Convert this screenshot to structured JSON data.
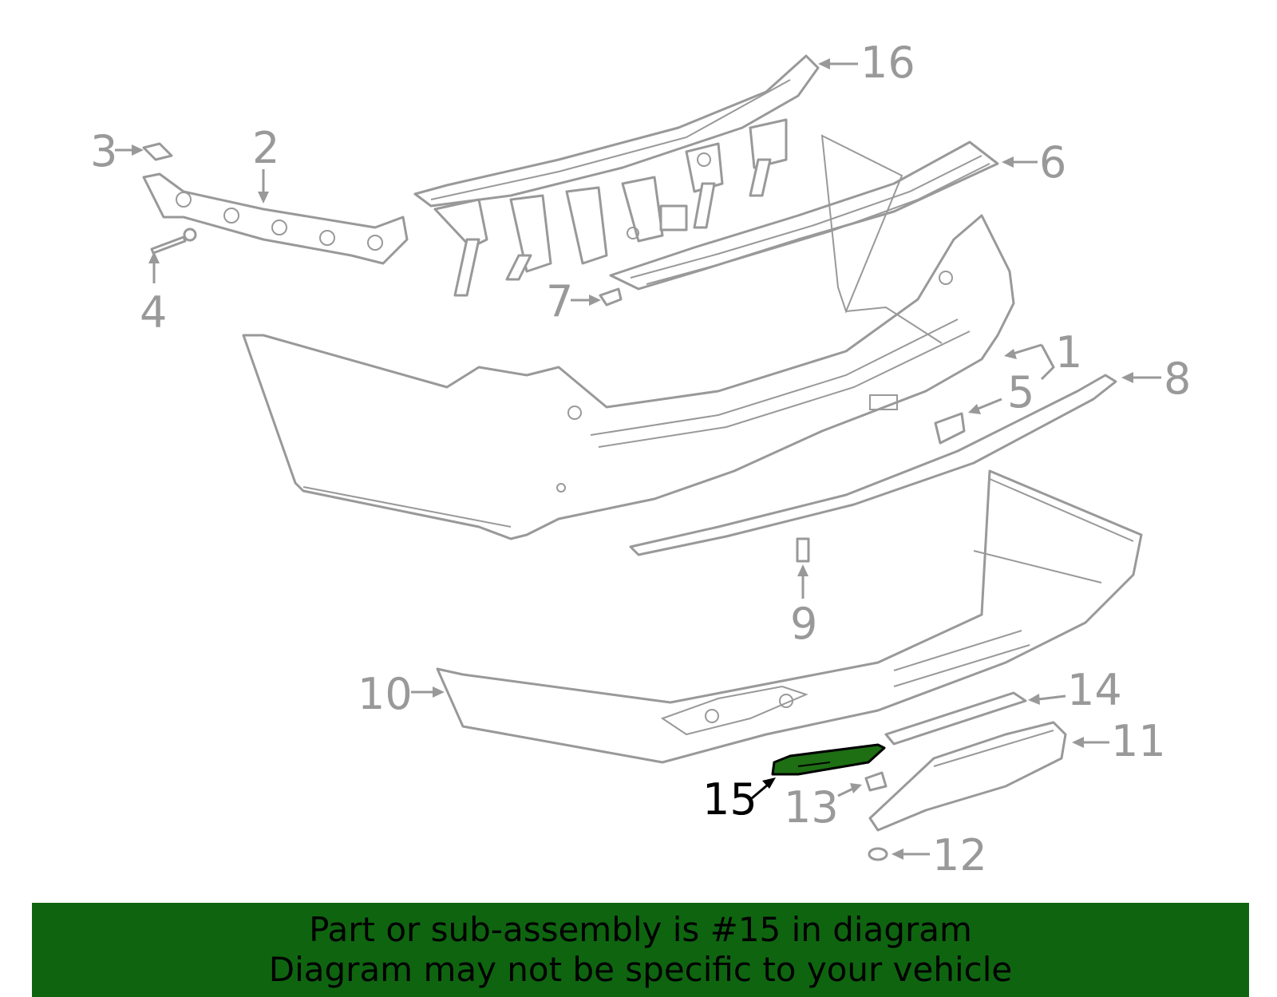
{
  "callouts": [
    {
      "id": "1",
      "label": "1"
    },
    {
      "id": "2",
      "label": "2"
    },
    {
      "id": "3",
      "label": "3"
    },
    {
      "id": "4",
      "label": "4"
    },
    {
      "id": "5",
      "label": "5"
    },
    {
      "id": "6",
      "label": "6"
    },
    {
      "id": "7",
      "label": "7"
    },
    {
      "id": "8",
      "label": "8"
    },
    {
      "id": "9",
      "label": "9"
    },
    {
      "id": "10",
      "label": "10"
    },
    {
      "id": "11",
      "label": "11"
    },
    {
      "id": "12",
      "label": "12"
    },
    {
      "id": "13",
      "label": "13"
    },
    {
      "id": "14",
      "label": "14"
    },
    {
      "id": "15",
      "label": "15"
    },
    {
      "id": "16",
      "label": "16"
    }
  ],
  "highlighted_part": "15",
  "colors": {
    "line_art": "#999999",
    "highlight_fill": "#1e6e14",
    "banner_background": "#0f6410",
    "banner_text": "#000000"
  },
  "banner": {
    "line1": "Part or sub-assembly is #15 in diagram",
    "line2": "Diagram may not be specific to your vehicle"
  }
}
